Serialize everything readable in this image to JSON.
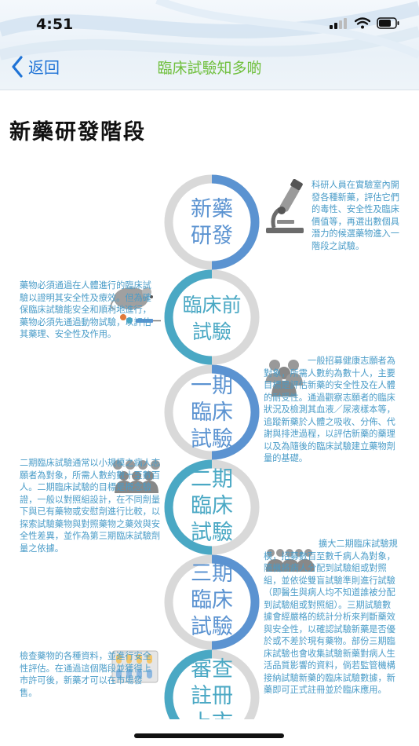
{
  "status_bar": {
    "time": "4:51"
  },
  "nav": {
    "back_label": "返回",
    "title": "臨床試驗知多啲"
  },
  "page": {
    "title": "新藥研發階段"
  },
  "steps": [
    {
      "label_lines": [
        "新藥",
        "研發"
      ],
      "color": "#5b93d1",
      "text": "科研人員在實驗室內開發各種新藥，評估它們的毒性、安全性及臨床價值等，再選出數個具潛力的候選藥物進入一階段之試驗。",
      "icon": "microscope-icon"
    },
    {
      "label_lines": [
        "臨床前",
        "試驗"
      ],
      "color": "#4aa8c4",
      "text": "藥物必須通過在人體進行的臨床試驗以證明其安全性及療效。但為確保臨床試驗能安全和順利地進行，藥物必須先通過動物試驗，以評估其藥理、安全性及作用。",
      "icon": "mouse-syringe-icon"
    },
    {
      "label_lines": [
        "一期",
        "臨床",
        "試驗"
      ],
      "color": "#5b93d1",
      "text": "一般招募健康志願者為對象，所需人數約為數十人，主要目標是評估新藥的安全性及在人體的耐受性。通過觀察志願者的臨床狀況及檢測其血液／尿液樣本等，追蹤新藥於人體之吸收、分佈、代謝與排泄過程，以評估新藥的藥理以及為隨後的臨床試驗建立藥物劑量的基礎。",
      "icon": "small-group-icon"
    },
    {
      "label_lines": [
        "二期",
        "臨床",
        "試驗"
      ],
      "color": "#4aa8c4",
      "text": "二期臨床試驗通常以小規模之病人志願者為對象，所需人數約數十至數百人。二期臨床試驗的目標是概念驗證，一般以對照組設計，在不同劑量下與已有藥物或安慰劑進行比較，以探索試驗藥物與對照藥物之藥效與安全性差異，並作為第三期臨床試驗劑量之依據。",
      "icon": "medium-group-icon"
    },
    {
      "label_lines": [
        "三期",
        "臨床",
        "試驗"
      ],
      "color": "#5b93d1",
      "text": "擴大二期臨床試驗規模，招募數百至數千病人為對象，隨機將病人分配到試驗組或對照組，並依從雙盲試驗準則進行試驗（即醫生與病人均不知道誰被分配到試驗組或對照組）。三期試驗數據會經嚴格的統計分析來判斷藥效與安全性，以確認試驗新藥是否優於或不差於現有藥物。部份三期臨床試驗也會收集試驗新藥對病人生活品質影響的資料，倘若監管機構接納試驗新藥的臨床試驗數據，新藥即可正式註冊並於臨床應用。",
      "icon": "large-group-icon"
    },
    {
      "label_lines": [
        "審查",
        "註冊",
        "上市"
      ],
      "color": "#4aa8c4",
      "text": "檢查藥物的各種資料，並進行安全性評估。在通過這個階段並獲得上市許可後，新藥才可以在市場發售。",
      "icon": "pill-blister-icon"
    }
  ]
}
